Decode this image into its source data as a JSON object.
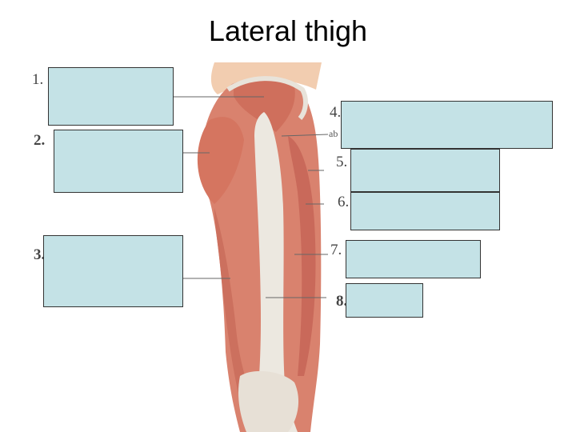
{
  "title": "Lateral thigh",
  "labels": [
    {
      "number": "1."
    },
    {
      "number": "2."
    },
    {
      "number": "3."
    },
    {
      "number": "4."
    },
    {
      "number": "5."
    },
    {
      "number": "6."
    },
    {
      "number": "7."
    },
    {
      "number": "8."
    }
  ],
  "fragment_4": "ab",
  "colors": {
    "box_fill": "#c4e2e6",
    "muscle": "#d9826e",
    "tendon": "#ece8e0",
    "skin": "#f2cdb0"
  }
}
